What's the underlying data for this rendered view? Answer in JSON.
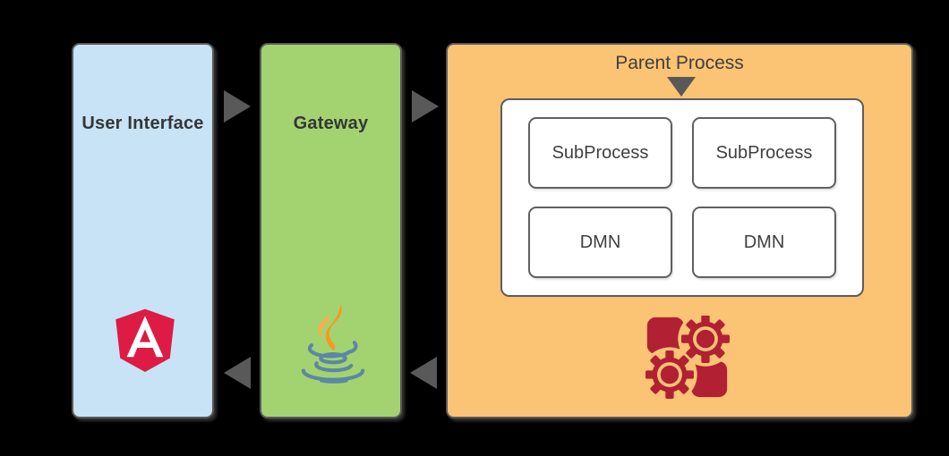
{
  "canvas": {
    "background": "#000000"
  },
  "nodes": {
    "user_interface": {
      "label": "User Interface",
      "fill": "#c8e3f6",
      "icon": "angular-logo"
    },
    "gateway": {
      "label": "Gateway",
      "fill": "#a3d371",
      "icon": "java-logo"
    },
    "parent_process": {
      "label": "Parent Process",
      "fill": "#fbc374",
      "icon": "gears-logo",
      "children": [
        {
          "label": "SubProcess"
        },
        {
          "label": "SubProcess"
        },
        {
          "label": "DMN"
        },
        {
          "label": "DMN"
        }
      ]
    }
  },
  "connectors": {
    "top_left_to_right": "arrow-right",
    "top_gateway_to_parent": "arrow-right",
    "bottom_parent_to_gateway": "arrow-left",
    "bottom_gateway_to_ui": "arrow-left",
    "parent_label_pointer": "arrow-down"
  },
  "colors": {
    "arrow": "#595959",
    "node_border": "#595959",
    "label_text": "#3f3f3f",
    "panel_fill": "#ffffff",
    "angular_red": "#dd1b44",
    "java_blue": "#5c87a5",
    "java_orange": "#f8981d",
    "gears_red": "#b22033"
  }
}
